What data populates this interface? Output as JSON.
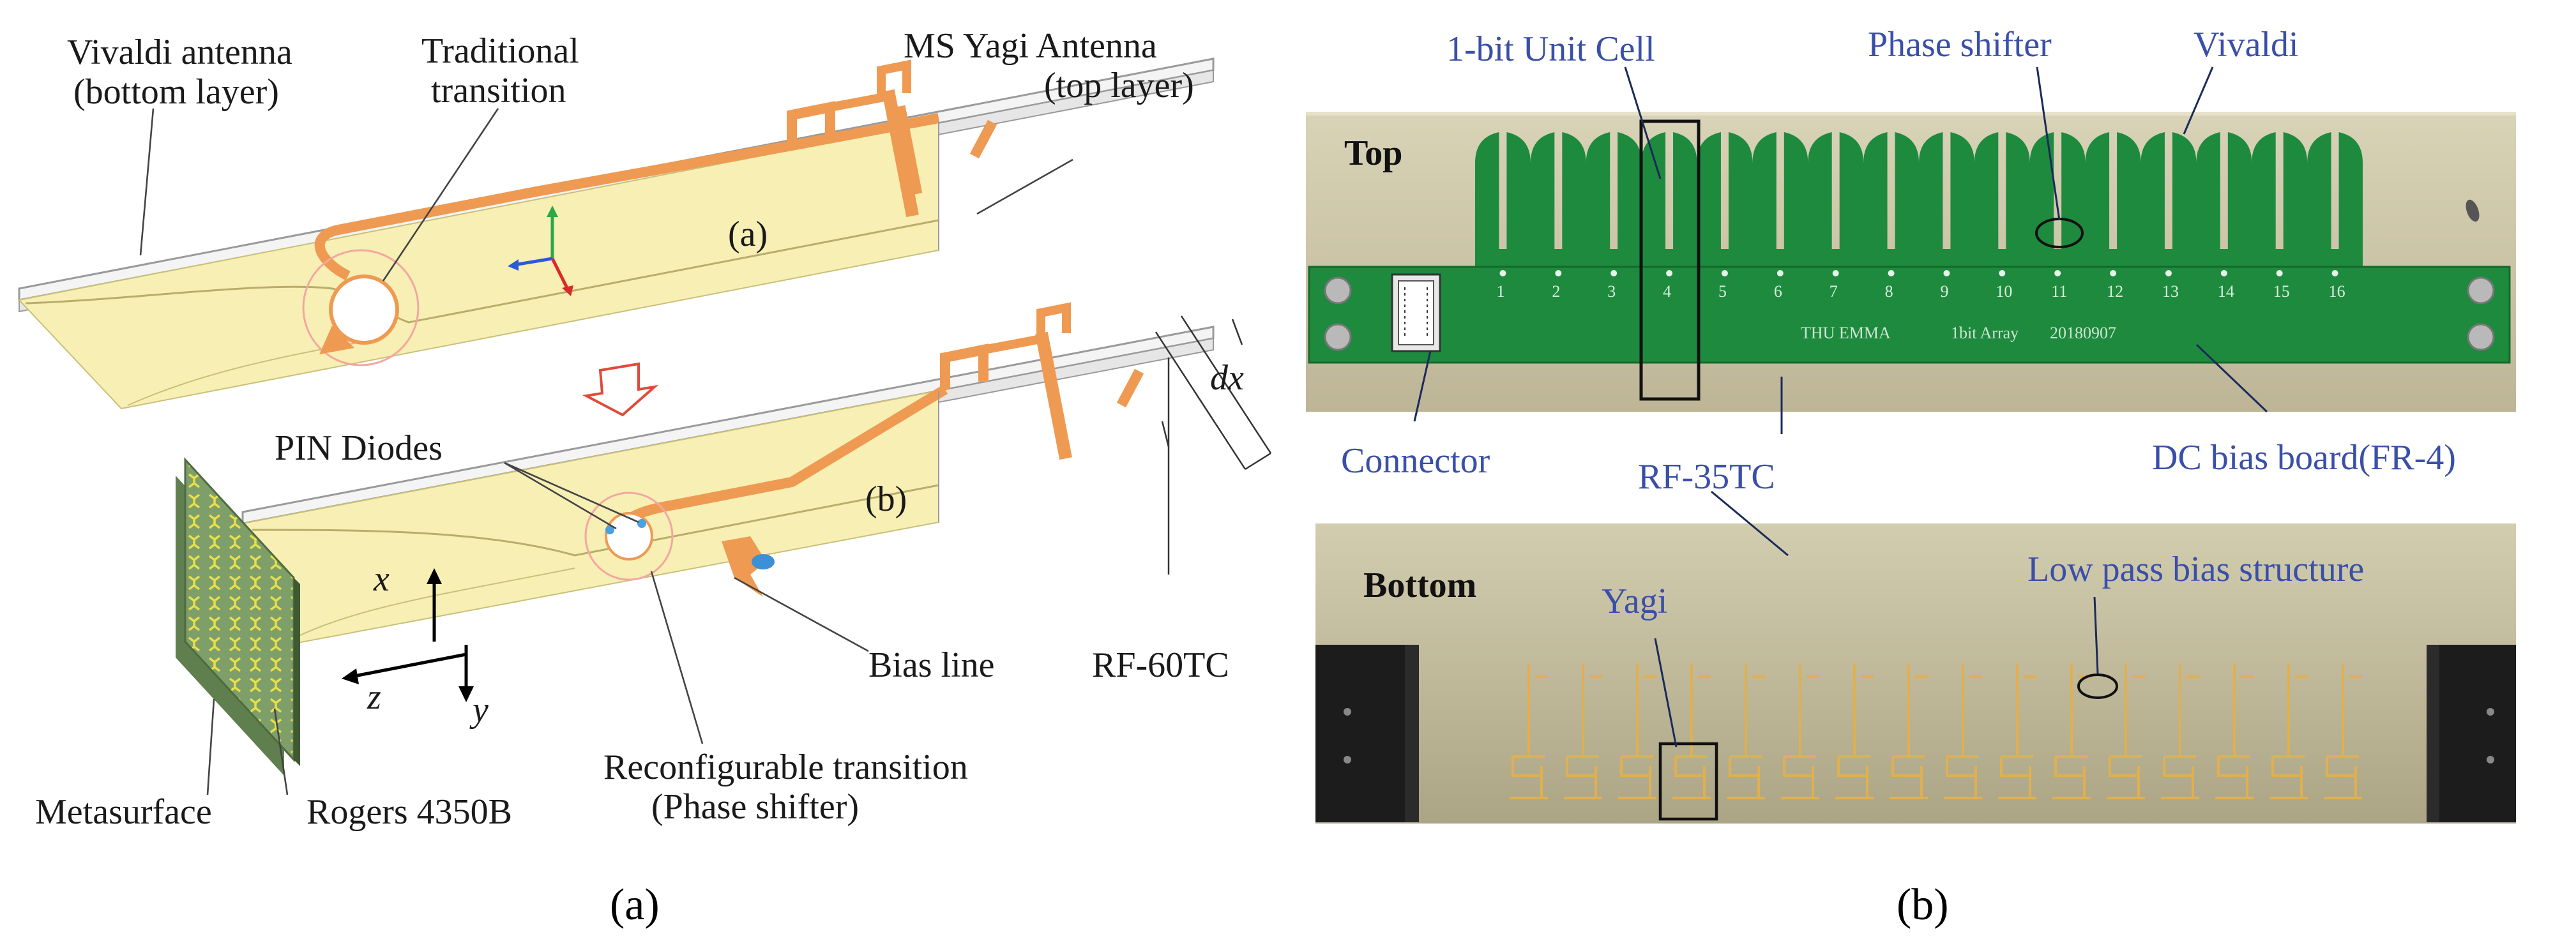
{
  "panel_a": {
    "labels": {
      "vivaldi_bottom": [
        "Vivaldi antenna",
        "(bottom layer)"
      ],
      "traditional_transition": [
        "Traditional",
        "transition"
      ],
      "ms_yagi_top": [
        "MS Yagi Antenna",
        "(top layer)"
      ],
      "sub_a": "(a)",
      "sub_b": "(b)",
      "pin_diodes": "PIN Diodes",
      "dx": "dx",
      "axis_x": "x",
      "axis_y": "y",
      "axis_z": "z",
      "bias_line": "Bias line",
      "rf60tc": "RF-60TC",
      "reconfigurable": [
        "Reconfigurable transition",
        "(Phase shifter)"
      ],
      "metasurface": "Metasurface",
      "rogers": "Rogers 4350B"
    },
    "caption": "(a)"
  },
  "panel_b": {
    "labels": {
      "unit_cell": "1-bit Unit Cell",
      "phase_shifter": "Phase shifter",
      "vivaldi": "Vivaldi",
      "top": "Top",
      "bottom": "Bottom",
      "connector": "Connector",
      "rf35tc": "RF-35TC",
      "dc_bias": "DC bias board(FR-4)",
      "yagi": "Yagi",
      "low_pass": "Low pass bias structure"
    },
    "board_text": [
      "THU EMMA",
      "1bit Array",
      "20180907"
    ],
    "element_numbers": [
      "1",
      "2",
      "3",
      "4",
      "5",
      "6",
      "7",
      "8",
      "9",
      "10",
      "11",
      "12",
      "13",
      "14",
      "15",
      "16"
    ],
    "caption": "(b)"
  },
  "colors": {
    "substrate_yellow": "#f7efb4",
    "copper_orange": "#ef9a52",
    "metasurface_green": "#7f9f6a",
    "pcb_green": "#1e8a3e",
    "board_beige": "#cfc8aa",
    "label_blue": "#3a4fa8",
    "connector_black": "#1c1c1c"
  }
}
